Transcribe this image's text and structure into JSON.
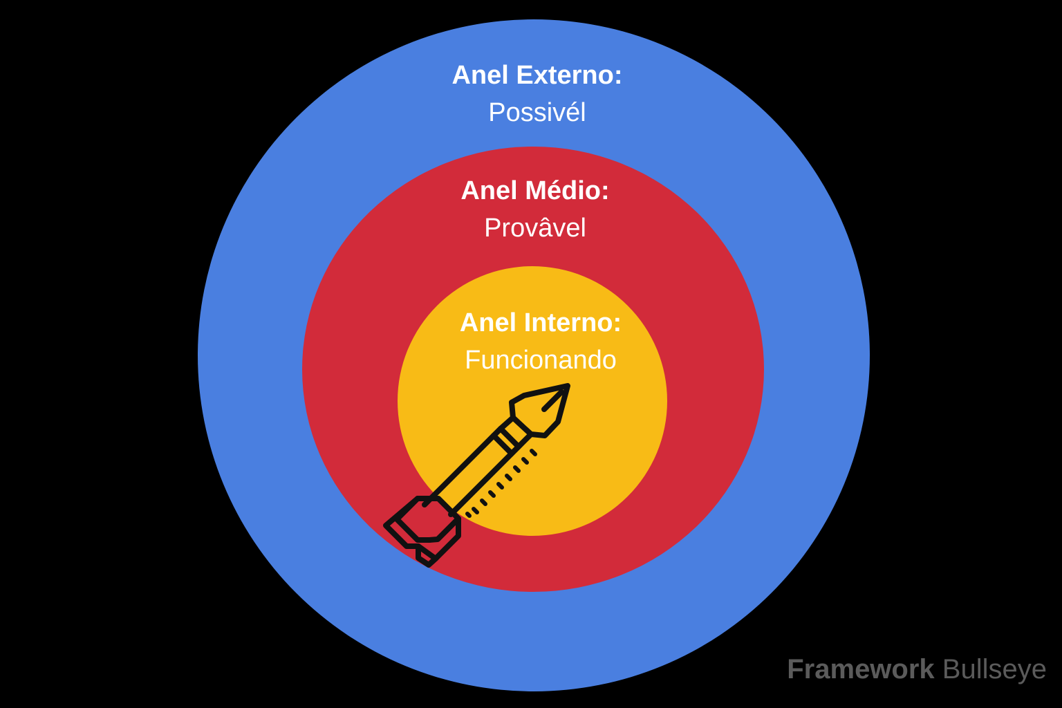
{
  "rings": {
    "outer": {
      "title": "Anel Externo:",
      "subtitle": "Possivél",
      "color": "#4a7fe0"
    },
    "middle": {
      "title": "Anel Médio:",
      "subtitle": "Provâvel",
      "color": "#d22b3a"
    },
    "inner": {
      "title": "Anel Interno:",
      "subtitle": "Funcionando",
      "color": "#f8bb16"
    }
  },
  "icon": "arrow-icon",
  "brand": {
    "bold": "Framework",
    "regular": "Bullseye",
    "color": "#5b5b5b"
  },
  "background": "#000000"
}
